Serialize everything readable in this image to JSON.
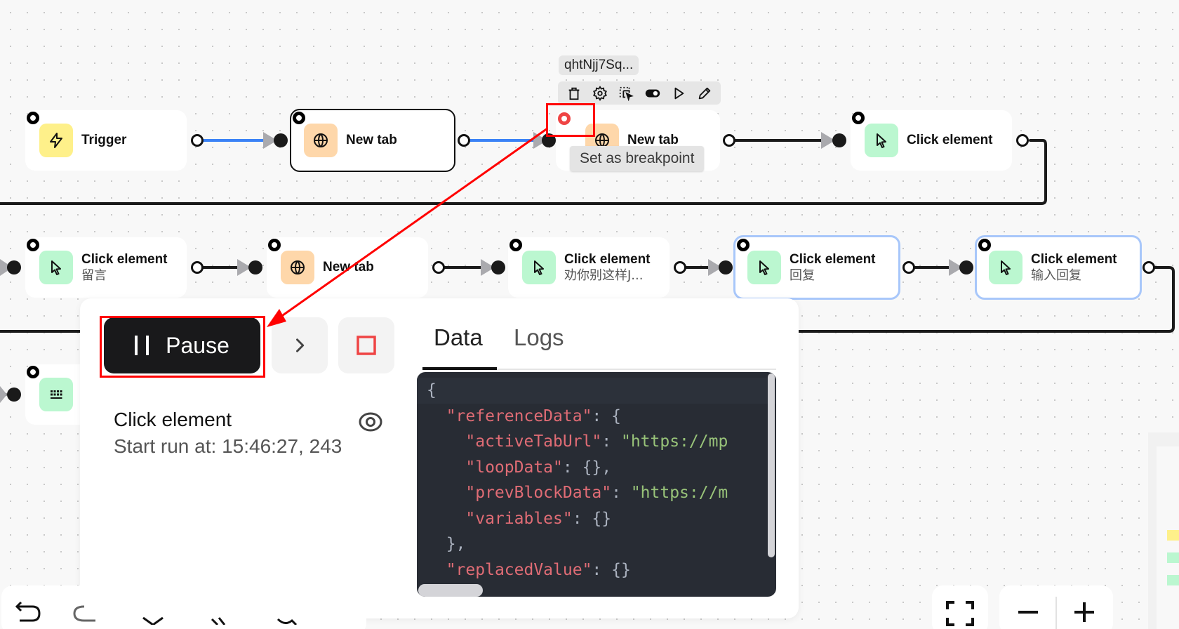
{
  "canvas": {
    "nodes": [
      {
        "id": "trigger",
        "title": "Trigger",
        "subtitle": "",
        "icon": "lightning-icon",
        "color": "#fef08a"
      },
      {
        "id": "new-tab-1",
        "title": "New tab",
        "subtitle": "",
        "icon": "globe-icon",
        "color": "#fed7aa"
      },
      {
        "id": "new-tab-2",
        "title": "New tab",
        "subtitle": "",
        "icon": "globe-icon",
        "color": "#fed7aa"
      },
      {
        "id": "click-1",
        "title": "Click element",
        "subtitle": "",
        "icon": "cursor-icon",
        "color": "#bbf7d0"
      },
      {
        "id": "click-2",
        "title": "Click element",
        "subtitle": "留言",
        "icon": "cursor-icon",
        "color": "#bbf7d0"
      },
      {
        "id": "new-tab-3",
        "title": "New tab",
        "subtitle": "",
        "icon": "globe-icon",
        "color": "#fed7aa"
      },
      {
        "id": "click-3",
        "title": "Click element",
        "subtitle": "劝你别这样J...",
        "icon": "cursor-icon",
        "color": "#bbf7d0"
      },
      {
        "id": "click-4",
        "title": "Click element",
        "subtitle": "回复",
        "icon": "cursor-icon",
        "color": "#bbf7d0"
      },
      {
        "id": "click-5",
        "title": "Click element",
        "subtitle": "输入回复",
        "icon": "cursor-icon",
        "color": "#bbf7d0"
      },
      {
        "id": "keyboard-1",
        "title": "",
        "subtitle": "",
        "icon": "keyboard-icon",
        "color": "#bbf7d0"
      }
    ],
    "node_tag": "qhtNjj7Sq...",
    "node_toolbar": [
      "delete-icon",
      "settings-icon",
      "select-element-icon",
      "toggle-icon",
      "run-icon",
      "edit-icon"
    ],
    "tooltip": "Set as breakpoint",
    "colors": {
      "active_edge": "#3b82f6",
      "edge": "#1a1a1a",
      "breakpoint": "#ef4444",
      "annotation": "#ff0000"
    }
  },
  "debug_panel": {
    "pause_label": "Pause",
    "next_label": ">",
    "stop_label": "Stop",
    "current_step": "Click element",
    "start_time": "Start run at: 15:46:27, 243",
    "tabs": [
      {
        "label": "Data",
        "active": true
      },
      {
        "label": "Logs",
        "active": false
      }
    ],
    "code_lines": [
      {
        "indent": "",
        "parts": [
          {
            "t": "p",
            "v": "{"
          }
        ]
      },
      {
        "indent": "  ",
        "parts": [
          {
            "t": "k",
            "v": "\"referenceData\""
          },
          {
            "t": "p",
            "v": ": {"
          }
        ]
      },
      {
        "indent": "    ",
        "parts": [
          {
            "t": "k",
            "v": "\"activeTabUrl\""
          },
          {
            "t": "p",
            "v": ": "
          },
          {
            "t": "s",
            "v": "\"https://mp"
          }
        ]
      },
      {
        "indent": "    ",
        "parts": [
          {
            "t": "k",
            "v": "\"loopData\""
          },
          {
            "t": "p",
            "v": ": {},"
          }
        ]
      },
      {
        "indent": "    ",
        "parts": [
          {
            "t": "k",
            "v": "\"prevBlockData\""
          },
          {
            "t": "p",
            "v": ": "
          },
          {
            "t": "s",
            "v": "\"https://m"
          }
        ]
      },
      {
        "indent": "    ",
        "parts": [
          {
            "t": "k",
            "v": "\"variables\""
          },
          {
            "t": "p",
            "v": ": {}"
          }
        ]
      },
      {
        "indent": "  ",
        "parts": [
          {
            "t": "p",
            "v": "},"
          }
        ]
      },
      {
        "indent": "  ",
        "parts": [
          {
            "t": "k",
            "v": "\"replacedValue\""
          },
          {
            "t": "p",
            "v": ": {}"
          }
        ]
      }
    ]
  },
  "bottom_toolbar": {
    "left_icons": [
      "undo-icon",
      "redo-icon",
      "download-icon",
      "select-icon",
      "search-icon"
    ],
    "fit_view": "fit-view-icon",
    "zoom_out": "zoom-out-icon",
    "zoom_in": "zoom-in-icon"
  }
}
